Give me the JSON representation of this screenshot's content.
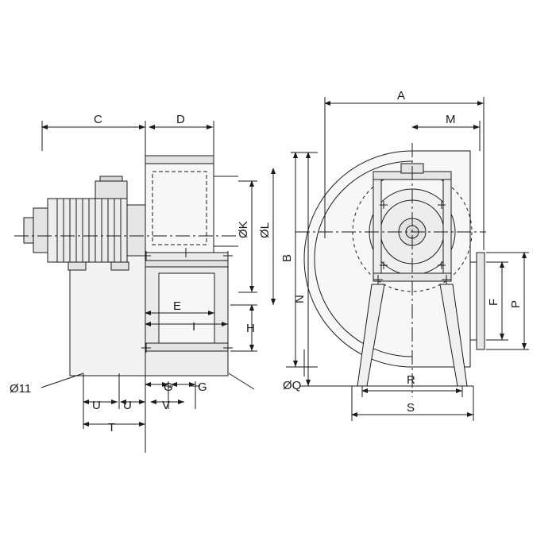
{
  "drawing": {
    "title": "Centrifugal fan dimensional drawing",
    "line_color": "#1a1a1a",
    "fill_light": "#f2f2f2",
    "fill_mid": "#e3e3e3",
    "background": "#ffffff"
  },
  "labels": {
    "side_view": {
      "C": "C",
      "D": "D",
      "OK": "ØK",
      "OL": "ØL",
      "E": "E",
      "I": "I",
      "H": "H",
      "G1": "G",
      "G2": "G",
      "U1": "U",
      "U2": "U",
      "V": "V",
      "T": "T",
      "O11": "Ø11"
    },
    "front_view": {
      "A": "A",
      "M": "M",
      "B": "B",
      "N": "N",
      "OQ": "ØQ",
      "F": "F",
      "P": "P",
      "R": "R",
      "S": "S"
    }
  }
}
